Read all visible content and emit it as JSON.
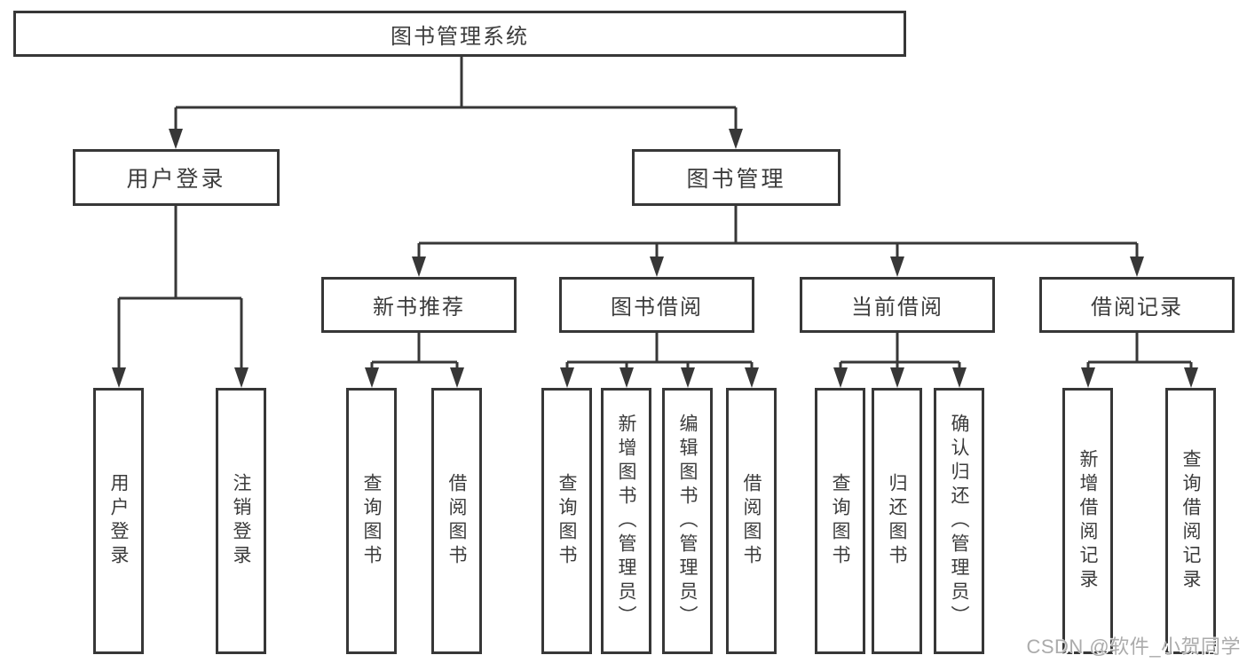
{
  "tree": {
    "root": "图书管理系统",
    "branches": [
      {
        "label": "用户登录",
        "children": [
          "用户登录",
          "注销登录"
        ]
      },
      {
        "label": "图书管理",
        "children": [
          {
            "label": "新书推荐",
            "children": [
              "查询图书",
              "借阅图书"
            ]
          },
          {
            "label": "图书借阅",
            "children": [
              "查询图书",
              "新增图书（管理员）",
              "编辑图书（管理员）",
              "借阅图书"
            ]
          },
          {
            "label": "当前借阅",
            "children": [
              "查询图书",
              "归还图书",
              "确认归还（管理员）"
            ]
          },
          {
            "label": "借阅记录",
            "children": [
              "新增借阅记录",
              "查询借阅记录"
            ]
          }
        ]
      }
    ]
  },
  "watermark": {
    "text": "CSDN @软件_小贺同学"
  },
  "style": {
    "line_color": "#373737",
    "box_border_color": "#373737",
    "text_color": "#3c3c3c",
    "background_color": "#ffffff",
    "watermark_color": "#ababab"
  }
}
